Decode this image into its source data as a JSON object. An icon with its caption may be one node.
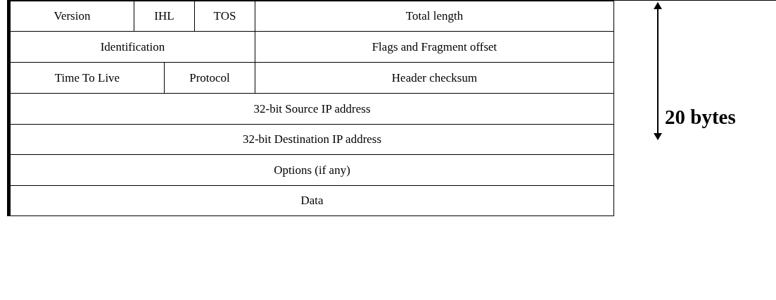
{
  "diagram": {
    "labels": [
      "Version",
      "IHL",
      "TOS",
      "Total length",
      "Identification",
      "Flags and Fragment offset",
      "Time To Live",
      "Protocol",
      "Header checksum",
      "32-bit Source IP address",
      "32-bit Destination IP address",
      "Options (if any)",
      "Data",
      "20 bytes"
    ]
  }
}
